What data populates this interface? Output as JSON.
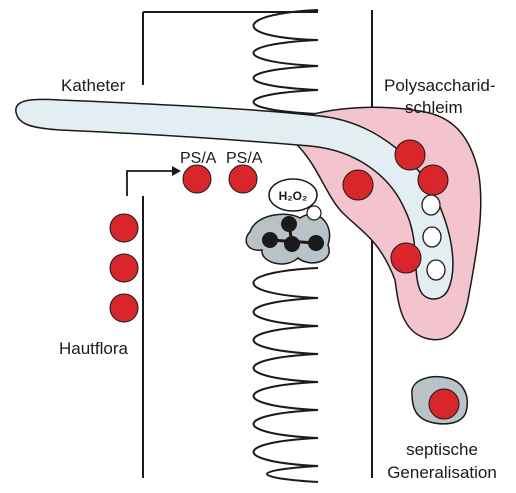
{
  "labels": {
    "catheter": "Katheter",
    "polysaccharide_line1": "Polysaccharid-",
    "polysaccharide_line2": "schleim",
    "psa_1": "PS/A",
    "psa_2": "PS/A",
    "h2o2": "H₂O₂",
    "skin_flora": "Hautflora",
    "septic_line1": "septische",
    "septic_line2": "Generalisation"
  },
  "colors": {
    "bacteria": "#d8262b",
    "catheter_fill": "#e3eef2",
    "slime_fill": "#f3c4ce",
    "phagocyte_fill": "#b9c3c7",
    "line": "#1a1a1a"
  }
}
